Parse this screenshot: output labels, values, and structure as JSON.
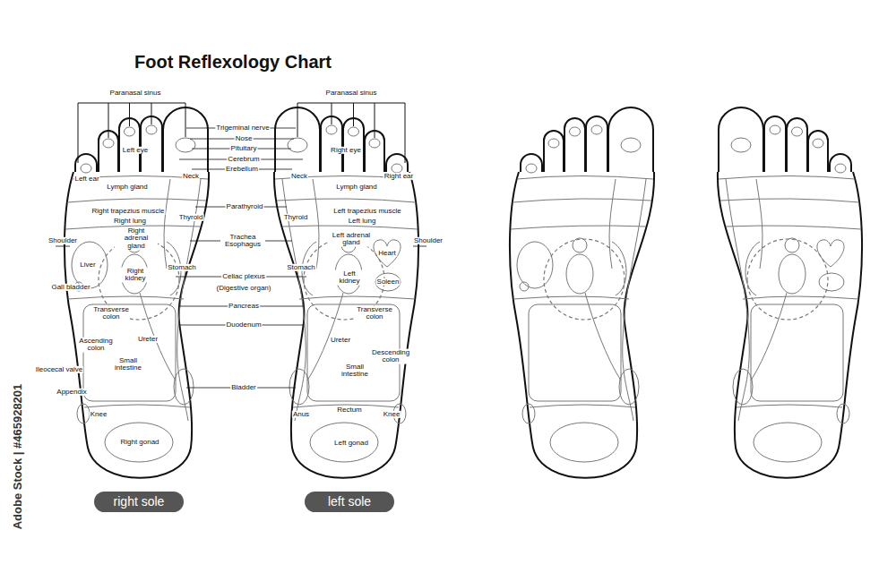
{
  "diagram": {
    "title": "Foot Reflexology Chart",
    "nodes": [
      {
        "text": [
          "right sole"
        ]
      },
      {
        "text": [
          "left sole"
        ]
      }
    ],
    "labels": [
      "Paranasal sinus",
      "Left ear",
      "Left eye",
      "Lymph gland",
      "Right trapezius muscle",
      "Right lung",
      "Shoulder",
      "Right adrenal gland",
      "Liver",
      "Gall bladder",
      "Right kidney",
      "Transverse colon",
      "Ascending colon",
      "Ileocecal valve",
      "Appendix",
      "Ureter",
      "Small intestine",
      "Knee",
      "Right gonad",
      "Neck",
      "Thyroid",
      "Stomach",
      "Trigeminal nerve",
      "Nose",
      "Pituitary",
      "Cerebrum",
      "Erebellum",
      "Parathyroid",
      "Trachea Esophagus",
      "Celiac plexus",
      "(Digestive organ)",
      "Pancreas",
      "Duodenum",
      "Bladder",
      "Paranasal sinus",
      "Right eye",
      "Right ear",
      "Neck",
      "Lymph gland",
      "Left trapezius muscle",
      "Left lung",
      "Thyroid",
      "Shoulder",
      "Left adrenal gland",
      "Heart",
      "Stomach",
      "Left kidney",
      "Soleen",
      "Transverse colon",
      "Ureter",
      "Descending colon",
      "Small intestine",
      "Anus",
      "Rectum",
      "Knee",
      "Left gonad",
      "Adobe Stock | #465928201"
    ]
  }
}
